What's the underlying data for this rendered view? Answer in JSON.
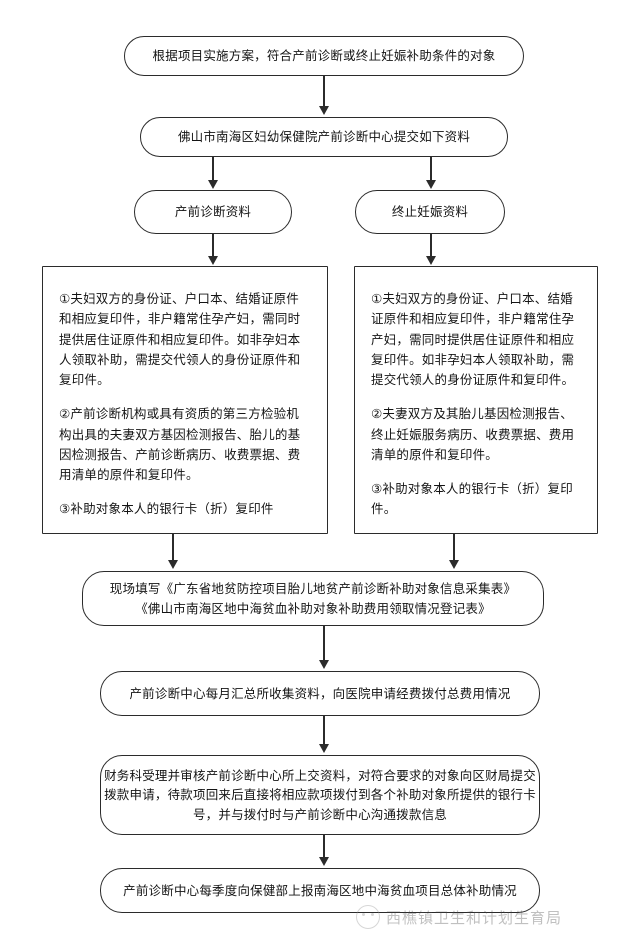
{
  "flowchart": {
    "title_node": "根据项目实施方案，符合产前诊断或终止妊娠补助条件的对象",
    "submit_node": "佛山市南海区妇幼保健院产前诊断中心提交如下资料",
    "branch_left": "产前诊断资料",
    "branch_right": "终止妊娠资料",
    "detail_left": {
      "item1": "①夫妇双方的身份证、户口本、结婚证原件和相应复印件，非户籍常住孕产妇，需同时提供居住证原件和相应复印件。如非孕妇本人领取补助，需提交代领人的身份证原件和复印件。",
      "item2": "②产前诊断机构或具有资质的第三方检验机构出具的夫妻双方基因检测报告、胎儿的基因检测报告、产前诊断病历、收费票据、费用清单的原件和复印件。",
      "item3": "③补助对象本人的银行卡（折）复印件"
    },
    "detail_right": {
      "item1": "①夫妇双方的身份证、户口本、结婚证原件和相应复印件，非户籍常住孕产妇，需同时提供居住证原件和相应复印件。如非孕妇本人领取补助，需提交代领人的身份证原件和复印件。",
      "item2": "②夫妻双方及其胎儿基因检测报告、终止妊娠服务病历、收费票据、费用清单的原件和复印件。",
      "item3": "③补助对象本人的银行卡（折）复印件。"
    },
    "forms_node": "现场填写《广东省地贫防控项目胎儿地贫产前诊断补助对象信息采集表》\n《佛山市南海区地中海贫血补助对象补助费用领取情况登记表》",
    "monthly_node": "产前诊断中心每月汇总所收集资料，向医院申请经费拨付总费用情况",
    "finance_node": "财务科受理并审核产前诊断中心所上交资料，对符合要求的对象向区财局提交拨款申请，待款项回来后直接将相应款项拨付到各个补助对象所提供的银行卡号，并与拨付时与产前诊断中心沟通拨款信息",
    "quarterly_node": "产前诊断中心每季度向保健部上报南海区地中海贫血项目总体补助情况"
  },
  "watermark": {
    "text": "西樵镇卫生和计划生育局"
  },
  "colors": {
    "stroke": "#2b2b2b",
    "background": "#ffffff",
    "text": "#141414"
  }
}
